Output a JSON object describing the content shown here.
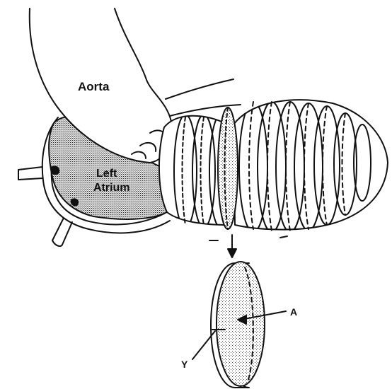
{
  "labels": {
    "aorta": "Aorta",
    "left_atrium_line1": "Left",
    "left_atrium_line2": "Atrium",
    "a": "A",
    "y": "Y"
  },
  "colors": {
    "ink": "#111111",
    "paper": "#ffffff",
    "stipple": "#7a7a7a"
  }
}
